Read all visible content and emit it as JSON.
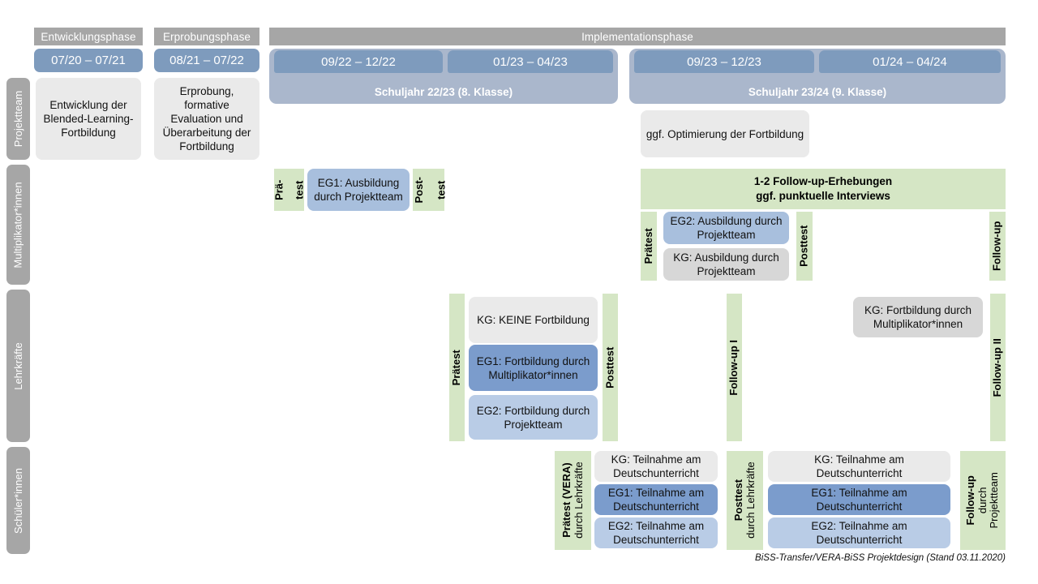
{
  "footer": {
    "note": "BiSS-Transfer/VERA-BiSS Projektdesign (Stand 03.11.2020)"
  },
  "phases": [
    {
      "label": "Entwicklungsphase"
    },
    {
      "label": "Erprobungsphase"
    },
    {
      "label": "Implementationsphase"
    }
  ],
  "periods": [
    {
      "label": "07/20 – 07/21"
    },
    {
      "label": "08/21 – 07/22"
    },
    {
      "label": "09/22 – 12/22"
    },
    {
      "label": "01/23 – 04/23"
    },
    {
      "label": "09/23 – 12/23"
    },
    {
      "label": "01/24 – 04/24"
    }
  ],
  "school_years": [
    {
      "label": "Schuljahr 22/23 (8. Klasse)"
    },
    {
      "label": "Schuljahr 23/24 (9. Klasse)"
    }
  ],
  "rows": [
    {
      "label": "Projektteam"
    },
    {
      "label": "Multiplikator*innen"
    },
    {
      "label": "Lehrkräfte"
    },
    {
      "label": "Schüler*innen"
    }
  ],
  "projektteam": {
    "entwicklung": "Entwicklung der Blended-Learning-Fortbildung",
    "erprobung": "Erprobung, formative Evaluation und Überarbeitung der Fortbildung",
    "optimierung": "ggf. Optimierung der Fortbildung"
  },
  "multiplikator": {
    "praetest_line1": "Prä-",
    "praetest_line2": "test",
    "posttest_line1": "Post-",
    "posttest_line2": "test",
    "eg1": "EG1: Ausbildung durch Projektteam",
    "followup_banner_line1": "1-2 Follow-up-Erhebungen",
    "followup_banner_line2": "ggf. punktuelle Interviews",
    "praetest2": "Prätest",
    "posttest2": "Posttest",
    "followup": "Follow-up",
    "eg2": "EG2: Ausbildung durch Projektteam",
    "kg": "KG: Ausbildung durch Projektteam"
  },
  "lehrkraefte": {
    "praetest": "Prätest",
    "posttest": "Posttest",
    "followup1": "Follow-up I",
    "followup2": "Follow-up II",
    "kg_keine": "KG:  KEINE Fortbildung",
    "eg1": "EG1: Fortbildung durch Multiplikator*innen",
    "eg2": "EG2: Fortbildung durch Projektteam",
    "kg_mult": "KG: Fortbildung durch Multiplikator*innen"
  },
  "schueler": {
    "praetest_main": "Prätest (VERA)",
    "praetest_sub": "durch Lehrkräfte",
    "posttest_main": "Posttest",
    "posttest_sub": "durch Lehrkräfte",
    "followup_main": "Follow-up",
    "followup_sub1": "durch",
    "followup_sub2": "Projektteam",
    "kg": "KG: Teilnahme am Deutschunterricht",
    "eg1": "EG1: Teilnahme am Deutschunterricht",
    "eg2": "EG2: Teilnahme am Deutschunterricht"
  },
  "colors": {
    "header_gray": "#a6a6a6",
    "date_blue": "#7e9bbd",
    "year_band": "#aab7cc",
    "green": "#d5e6c5",
    "box_gray": "#eaeaea",
    "box_gray_dark": "#d7d7d7",
    "blue_mid": "#a8bfdd",
    "blue_dark": "#7b9ccc",
    "blue_light": "#b9cce6"
  }
}
